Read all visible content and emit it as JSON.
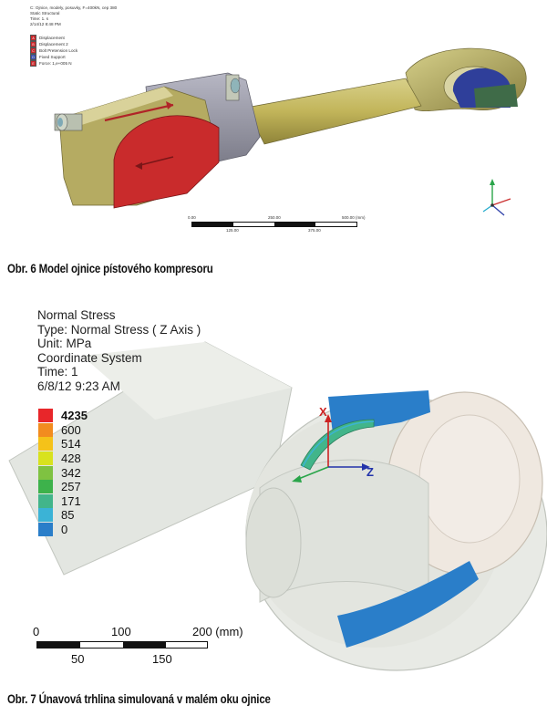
{
  "figure6": {
    "info": {
      "title": "C: Ojnice, modely, posuvky, F=400kN, cep 380",
      "type": "Static Structural",
      "time": "Time: 1. s",
      "date": "2/14/12 8:48 PM"
    },
    "legend": [
      {
        "letter": "A",
        "label": "Displacement",
        "color": "#c8272b"
      },
      {
        "letter": "B",
        "label": "Displacement 2",
        "color": "#c8272b"
      },
      {
        "letter": "C",
        "label": "Bolt Pretension Lock",
        "color": "#c8272b"
      },
      {
        "letter": "D",
        "label": "Fixed Support",
        "color": "#3a4ea8"
      },
      {
        "letter": "E",
        "label": "Force: 1,e+005 N",
        "color": "#c8272b"
      }
    ],
    "scale": {
      "top_labels": [
        "0.00",
        "250.00",
        "500.00 (mm)"
      ],
      "bottom_labels": [
        "125.00",
        "375.00"
      ]
    },
    "caption": "Obr. 6 Model ojnice pístového kompresoru"
  },
  "figure7": {
    "info": {
      "line1": "Normal Stress",
      "line2": "Type: Normal Stress ( Z Axis )",
      "line3": "Unit: MPa",
      "line4": "Coordinate System",
      "line5": "Time: 1",
      "line6": "6/8/12 9:23 AM"
    },
    "legend": [
      {
        "label": "4235",
        "color": "#e8262a"
      },
      {
        "label": "600",
        "color": "#f28c1f"
      },
      {
        "label": "514",
        "color": "#f5c219"
      },
      {
        "label": "428",
        "color": "#d8e21e"
      },
      {
        "label": "342",
        "color": "#7fc241"
      },
      {
        "label": "257",
        "color": "#3db24b"
      },
      {
        "label": "171",
        "color": "#42b58a"
      },
      {
        "label": "85",
        "color": "#3bb3d6"
      },
      {
        "label": "0",
        "color": "#2a7ec9"
      }
    ],
    "axis": {
      "x": "X",
      "z": "Z"
    },
    "scale": {
      "top_labels": [
        "0",
        "100",
        "200 (mm)"
      ],
      "bottom_labels": [
        "50",
        "150"
      ]
    },
    "caption": "Obr. 7 Únavová trhlina simulovaná v malém oku ojnice"
  }
}
